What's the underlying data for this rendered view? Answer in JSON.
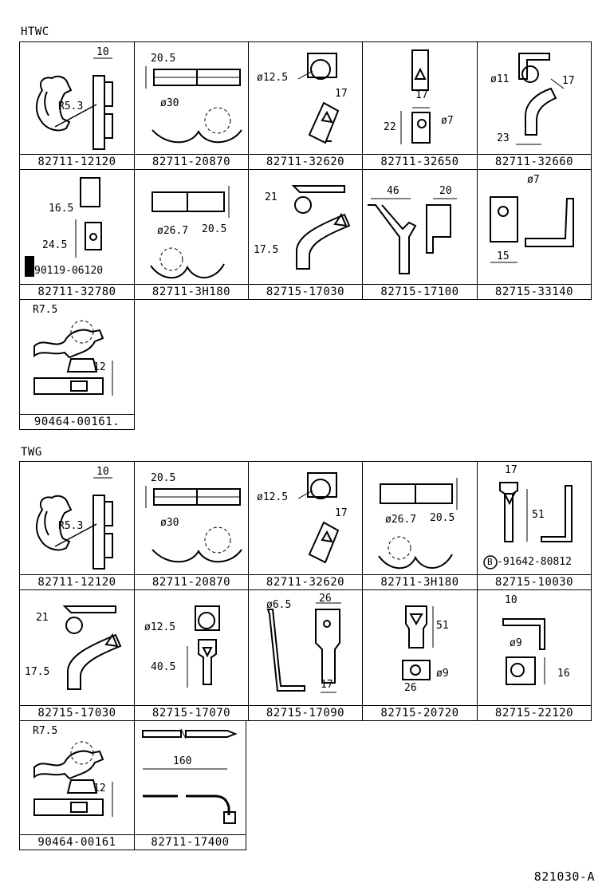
{
  "sections": [
    {
      "title": "HTWC",
      "cells": [
        {
          "part": "82711-12120",
          "dims": [
            "10",
            "R5.3"
          ]
        },
        {
          "part": "82711-20870",
          "dims": [
            "20.5",
            "ø30"
          ]
        },
        {
          "part": "82711-32620",
          "dims": [
            "ø12.5",
            "17"
          ]
        },
        {
          "part": "82711-32650",
          "dims": [
            "17",
            "22",
            "ø7"
          ]
        },
        {
          "part": "82711-32660",
          "dims": [
            "ø11",
            "17",
            "23"
          ]
        },
        {
          "part": "82711-32780",
          "dims": [
            "16.5",
            "24.5",
            "90119-06120"
          ]
        },
        {
          "part": "82711-3H180",
          "dims": [
            "ø26.7",
            "20.5"
          ]
        },
        {
          "part": "82715-17030",
          "dims": [
            "21",
            "17.5"
          ]
        },
        {
          "part": "82715-17100",
          "dims": [
            "46",
            "20"
          ]
        },
        {
          "part": "82715-33140",
          "dims": [
            "ø7",
            "15"
          ]
        },
        {
          "part": "90464-00161.",
          "dims": [
            "R7.5",
            "12"
          ]
        }
      ]
    },
    {
      "title": "TWG",
      "cells": [
        {
          "part": "82711-12120",
          "dims": [
            "10",
            "R5.3"
          ]
        },
        {
          "part": "82711-20870",
          "dims": [
            "20.5",
            "ø30"
          ]
        },
        {
          "part": "82711-32620",
          "dims": [
            "ø12.5",
            "17"
          ]
        },
        {
          "part": "82711-3H180",
          "dims": [
            "ø26.7",
            "20.5"
          ]
        },
        {
          "part": "82715-10030",
          "dims": [
            "17",
            "51",
            "B",
            "-91642-80812"
          ]
        },
        {
          "part": "82715-17030",
          "dims": [
            "21",
            "17.5"
          ]
        },
        {
          "part": "82715-17070",
          "dims": [
            "ø12.5",
            "40.5"
          ]
        },
        {
          "part": "82715-17090",
          "dims": [
            "ø6.5",
            "26",
            "17"
          ]
        },
        {
          "part": "82715-20720",
          "dims": [
            "51",
            "ø9",
            "26"
          ]
        },
        {
          "part": "82715-22120",
          "dims": [
            "10",
            "ø9",
            "16"
          ]
        },
        {
          "part": "90464-00161",
          "dims": [
            "R7.5",
            "12"
          ]
        },
        {
          "part": "82711-17400",
          "dims": [
            "160"
          ]
        }
      ]
    }
  ],
  "ref_code": "821030-A"
}
